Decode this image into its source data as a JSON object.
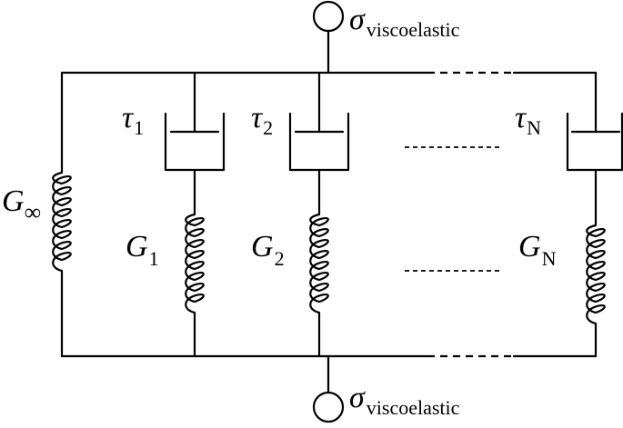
{
  "top_terminal": {
    "symbol": "σ",
    "subscript": "viscoelastic"
  },
  "bottom_terminal": {
    "symbol": "σ",
    "subscript": "viscoelastic"
  },
  "elements": {
    "spring_inf": {
      "symbol": "G",
      "subscript": "∞"
    },
    "branch_1": {
      "tau_symbol": "τ",
      "tau_subscript": "1",
      "g_symbol": "G",
      "g_subscript": "1"
    },
    "branch_2": {
      "tau_symbol": "τ",
      "tau_subscript": "2",
      "g_symbol": "G",
      "g_subscript": "2"
    },
    "branch_n": {
      "tau_symbol": "τ",
      "tau_subscript": "N",
      "g_symbol": "G",
      "g_subscript": "N"
    }
  }
}
